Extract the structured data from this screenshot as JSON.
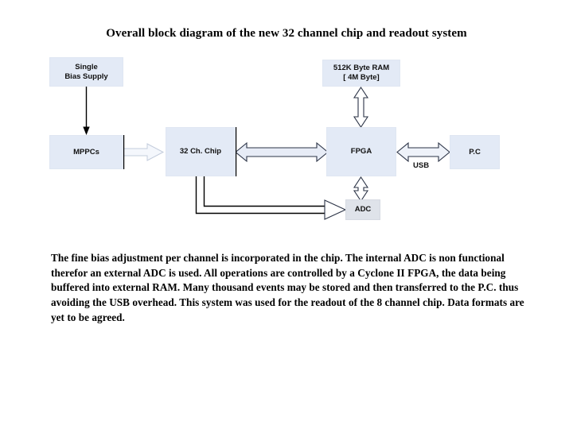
{
  "slide": {
    "title": "Overall block diagram of the new 32 channel chip and readout system",
    "background_color": "#ffffff"
  },
  "diagram": {
    "box_fill_color": "#e3eaf6",
    "adc_fill_color": "#dfe3ea",
    "blocks": [
      {
        "id": "bias",
        "label": "Single\nBias Supply"
      },
      {
        "id": "ram",
        "label": "512K Byte RAM\n[ 4M Byte]"
      },
      {
        "id": "mppcs",
        "label": "MPPCs"
      },
      {
        "id": "chip",
        "label": "32 Ch. Chip"
      },
      {
        "id": "fpga",
        "label": "FPGA"
      },
      {
        "id": "pc",
        "label": "P.C"
      },
      {
        "id": "adc",
        "label": "ADC"
      }
    ],
    "connectors": [
      {
        "id": "bias-to-mppcs",
        "style": "thin-line-solid-arrow",
        "direction": "down"
      },
      {
        "id": "mppcs-to-chip",
        "style": "block-arrow",
        "direction": "right"
      },
      {
        "id": "chip-to-fpga",
        "style": "block-arrow",
        "direction": "both"
      },
      {
        "id": "ram-to-fpga",
        "style": "block-arrow",
        "direction": "both"
      },
      {
        "id": "fpga-to-adc",
        "style": "block-arrow",
        "direction": "both"
      },
      {
        "id": "chip-to-adc",
        "style": "thin-line-block-arrow",
        "direction": "right"
      },
      {
        "id": "fpga-to-pc",
        "style": "block-arrow",
        "direction": "both",
        "label": "USB"
      }
    ],
    "usb_label": "USB"
  },
  "body": {
    "paragraph": "The fine bias adjustment per channel is incorporated in the chip. The internal ADC is non functional therefor an external ADC is used. All operations are controlled by a Cyclone II FPGA, the data being buffered into  external RAM. Many thousand events may be stored and then transferred to the P.C. thus avoiding the USB overhead. This system was used for the readout of the 8 channel chip. Data formats are yet to be agreed."
  }
}
